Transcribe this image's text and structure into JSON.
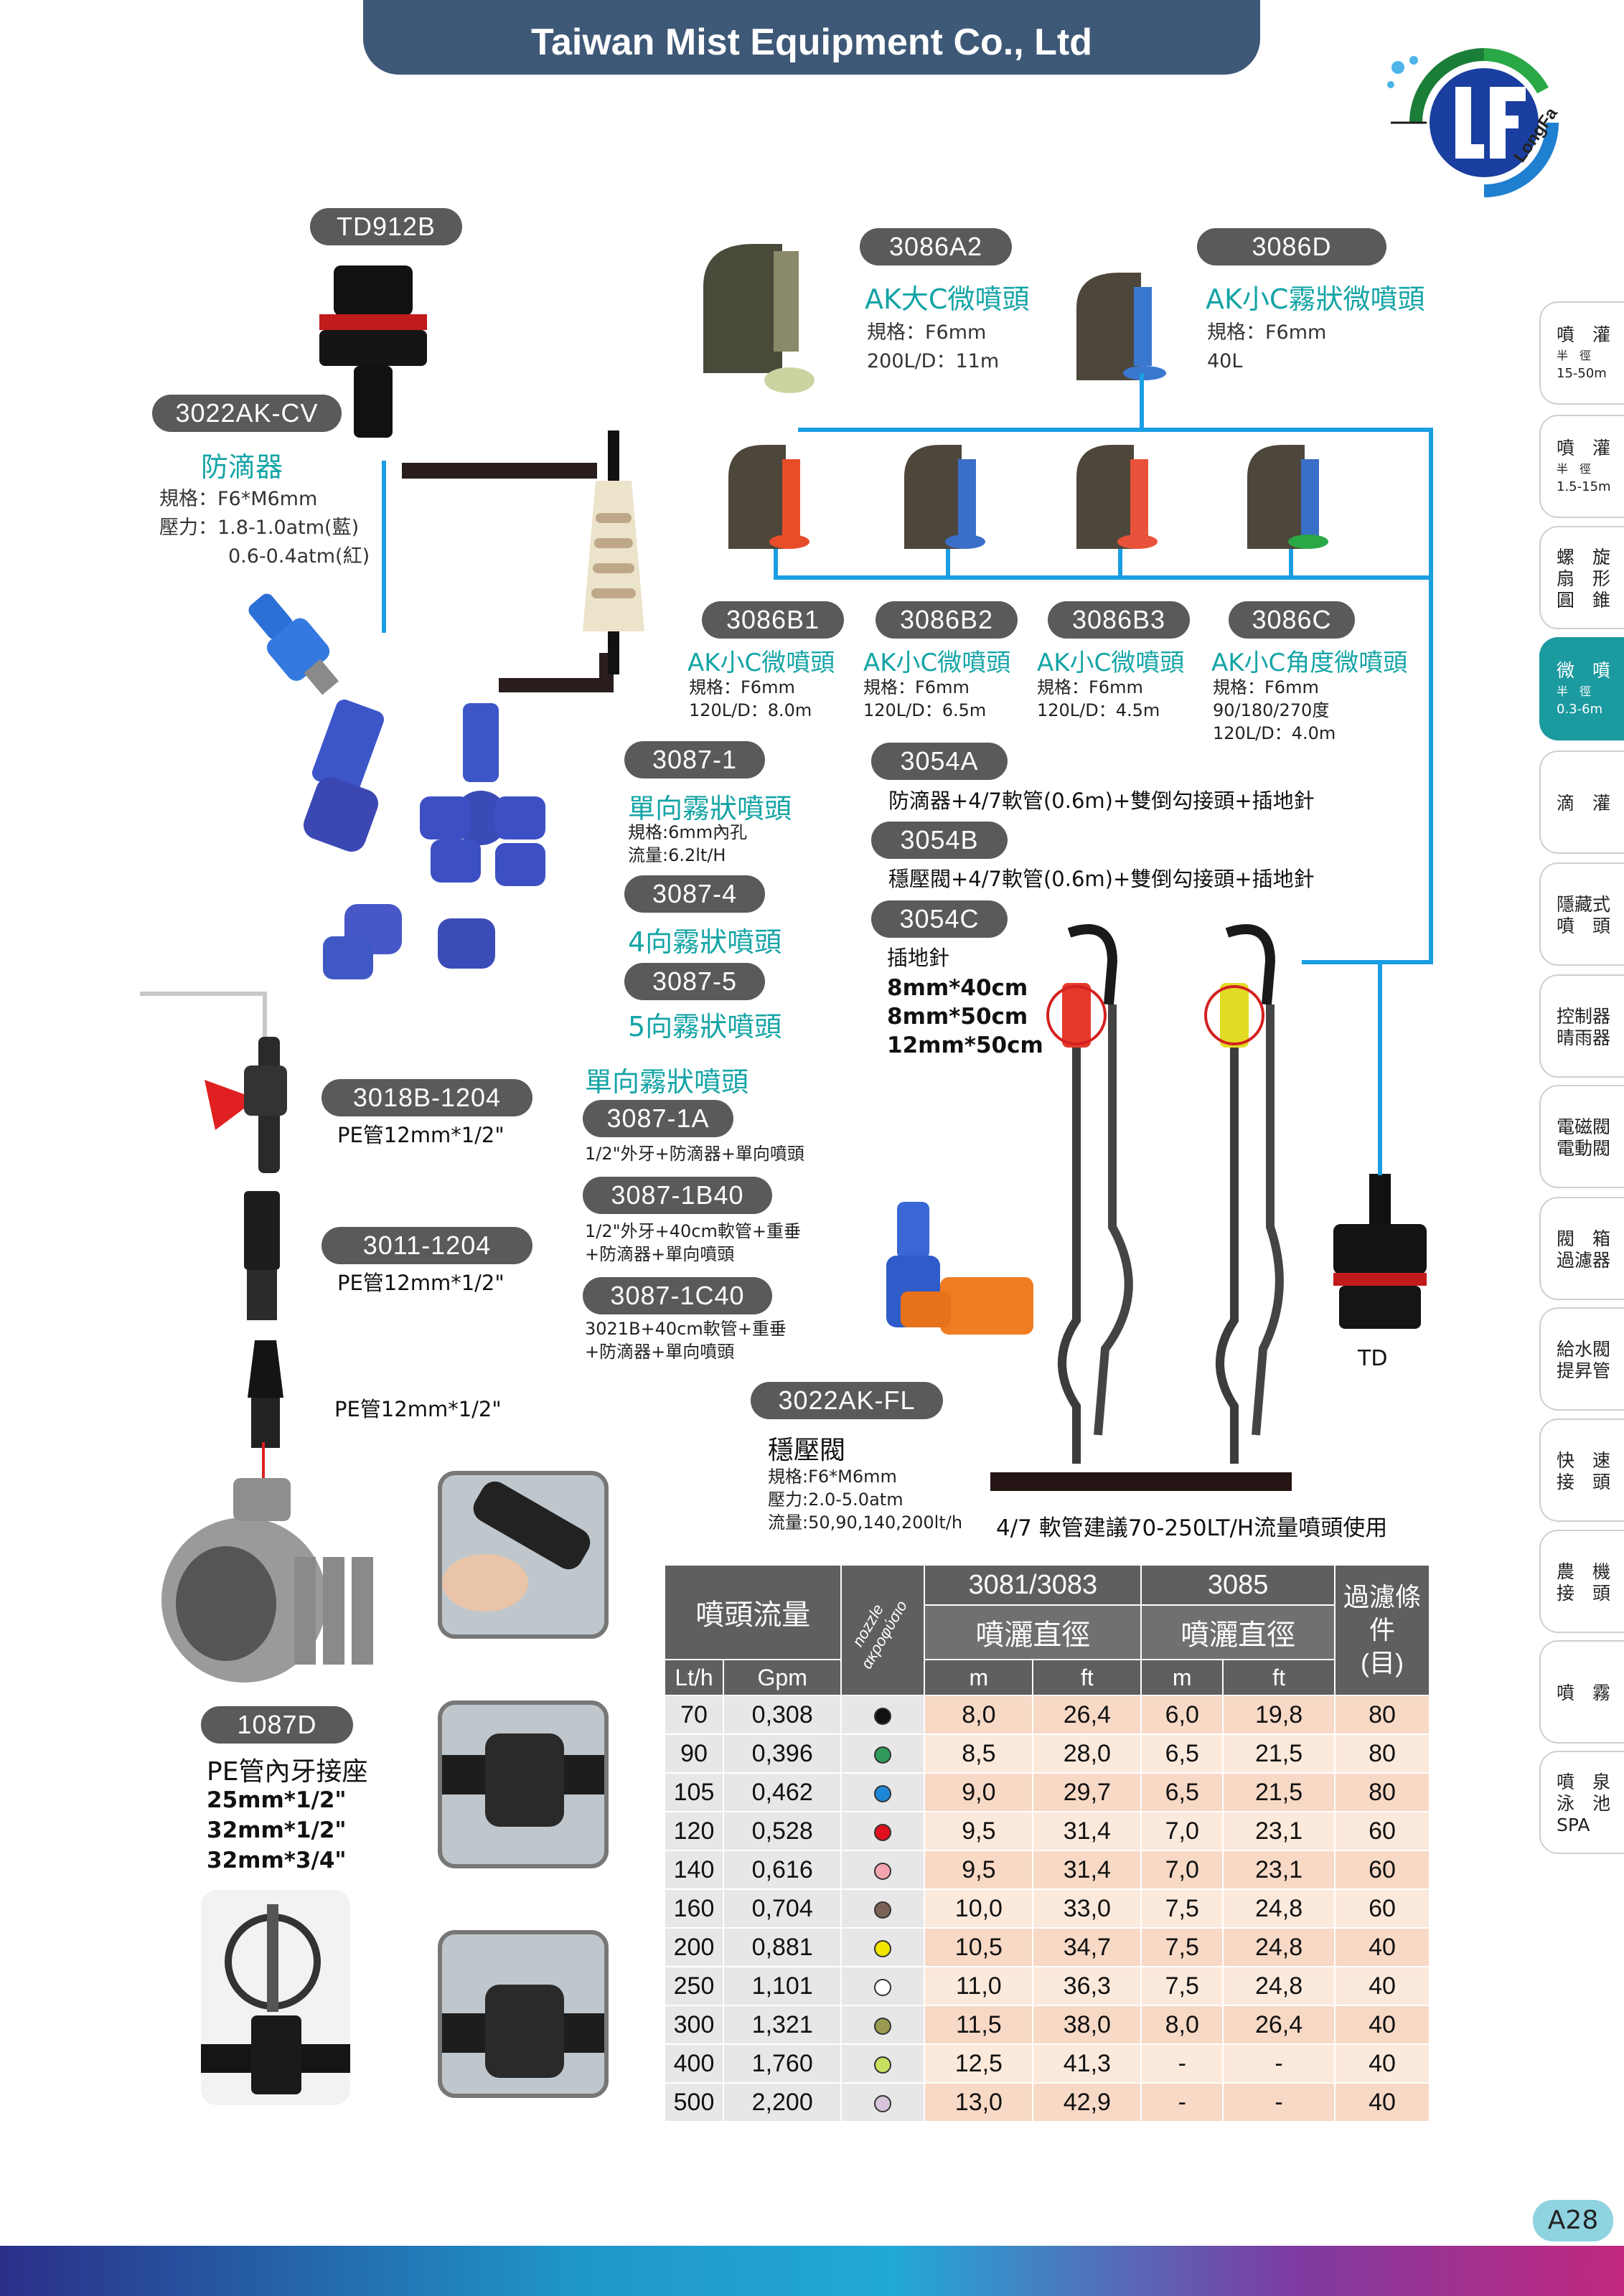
{
  "header": {
    "title": "Taiwan Mist Equipment Co., Ltd",
    "logo_text": "LongFa"
  },
  "products": {
    "td912b": {
      "code": "TD912B"
    },
    "cv": {
      "code": "3022AK-CV",
      "name": "防滴器",
      "spec1": "規格：F6*M6mm",
      "spec2": "壓力：1.8-1.0atm(藍)",
      "spec3": "0.6-0.4atm(紅)"
    },
    "a2": {
      "code": "3086A2",
      "name": "AK大C微噴頭",
      "spec1": "規格：F6mm",
      "spec2": "200L/D：11m"
    },
    "d": {
      "code": "3086D",
      "name": "AK小C霧狀微噴頭",
      "spec1": "規格：F6mm",
      "spec2": "40L"
    },
    "b1": {
      "code": "3086B1",
      "name": "AK小C微噴頭",
      "spec1": "規格：F6mm",
      "spec2": "120L/D：8.0m"
    },
    "b2": {
      "code": "3086B2",
      "name": "AK小C微噴頭",
      "spec1": "規格：F6mm",
      "spec2": "120L/D：6.5m"
    },
    "b3": {
      "code": "3086B3",
      "name": "AK小C微噴頭",
      "spec1": "規格：F6mm",
      "spec2": "120L/D：4.5m"
    },
    "c": {
      "code": "3086C",
      "name": "AK小C角度微噴頭",
      "spec1": "規格：F6mm",
      "spec2": "90/180/270度",
      "spec3": "120L/D：4.0m"
    },
    "p3087_1": {
      "code": "3087-1",
      "name": "單向霧狀噴頭",
      "spec1": "規格:6mm內孔",
      "spec2": "流量:6.2lt/H"
    },
    "p3087_4": {
      "code": "3087-4",
      "name": "4向霧狀噴頭"
    },
    "p3087_5": {
      "code": "3087-5",
      "name": "5向霧狀噴頭"
    },
    "s3054a": {
      "code": "3054A",
      "desc": "防滴器+4/7軟管(0.6m)+雙倒勾接頭+插地針"
    },
    "s3054b": {
      "code": "3054B",
      "desc": "穩壓閥+4/7軟管(0.6m)+雙倒勾接頭+插地針"
    },
    "s3054c": {
      "code": "3054C",
      "l1": "插地針",
      "l2": "8mm*40cm",
      "l3": "8mm*50cm",
      "l4": "12mm*50cm"
    },
    "single_head": "單向霧狀噴頭",
    "p1a": {
      "code": "3087-1A",
      "desc": "1/2\"外牙+防滴器+單向噴頭"
    },
    "p1b40": {
      "code": "3087-1B40",
      "l1": "1/2\"外牙+40cm軟管+重垂",
      "l2": "+防滴器+單向噴頭"
    },
    "p1c40": {
      "code": "3087-1C40",
      "l1": "3021B+40cm軟管+重垂",
      "l2": "+防滴器+單向噴頭"
    },
    "fl": {
      "code": "3022AK-FL",
      "name": "穩壓閥",
      "spec1": "規格:F6*M6mm",
      "spec2": "壓力:2.0-5.0atm",
      "spec3": "流量:50,90,140,200lt/h"
    },
    "v1": {
      "code": "3018B-1204",
      "spec": "PE管12mm*1/2\""
    },
    "v2": {
      "code": "3011-1204",
      "spec": "PE管12mm*1/2\""
    },
    "v3": {
      "spec": "PE管12mm*1/2\""
    },
    "d1087": {
      "code": "1087D",
      "name": "PE管內牙接座",
      "l1": "25mm*1/2\"",
      "l2": "32mm*1/2\"",
      "l3": "32mm*3/4\""
    },
    "td": "TD",
    "note": "4/7 軟管建議70-250LT/H流量噴頭使用"
  },
  "table": {
    "h_flow": "噴頭流量",
    "h_nozzle": "nozzle ακροφύσιο",
    "h_3081": "3081/3083",
    "h_3085": "3085",
    "h_dia1": "噴灑直徑",
    "h_dia2": "噴灑直徑",
    "h_filter1": "過濾條件",
    "h_filter2": "(目)",
    "h_lth": "Lt/h",
    "h_gpm": "Gpm",
    "h_m1": "m",
    "h_ft1": "ft",
    "h_m2": "m",
    "h_ft2": "ft",
    "rows": [
      {
        "lth": "70",
        "gpm": "0,308",
        "color": "#111111",
        "m1": "8,0",
        "ft1": "26,4",
        "m2": "6,0",
        "ft2": "19,8",
        "filter": "80"
      },
      {
        "lth": "90",
        "gpm": "0,396",
        "color": "#2f9a5a",
        "m1": "8,5",
        "ft1": "28,0",
        "m2": "6,5",
        "ft2": "21,5",
        "filter": "80"
      },
      {
        "lth": "105",
        "gpm": "0,462",
        "color": "#1e88d8",
        "m1": "9,0",
        "ft1": "29,7",
        "m2": "6,5",
        "ft2": "21,5",
        "filter": "80"
      },
      {
        "lth": "120",
        "gpm": "0,528",
        "color": "#e0101e",
        "m1": "9,5",
        "ft1": "31,4",
        "m2": "7,0",
        "ft2": "23,1",
        "filter": "60"
      },
      {
        "lth": "140",
        "gpm": "0,616",
        "color": "#f4a6b0",
        "m1": "9,5",
        "ft1": "31,4",
        "m2": "7,0",
        "ft2": "23,1",
        "filter": "60"
      },
      {
        "lth": "160",
        "gpm": "0,704",
        "color": "#7a6256",
        "m1": "10,0",
        "ft1": "33,0",
        "m2": "7,5",
        "ft2": "24,8",
        "filter": "60"
      },
      {
        "lth": "200",
        "gpm": "0,881",
        "color": "#f2e600",
        "m1": "10,5",
        "ft1": "34,7",
        "m2": "7,5",
        "ft2": "24,8",
        "filter": "40"
      },
      {
        "lth": "250",
        "gpm": "1,101",
        "color": "#ffffff",
        "m1": "11,0",
        "ft1": "36,3",
        "m2": "7,5",
        "ft2": "24,8",
        "filter": "40"
      },
      {
        "lth": "300",
        "gpm": "1,321",
        "color": "#9a9a52",
        "m1": "11,5",
        "ft1": "38,0",
        "m2": "8,0",
        "ft2": "26,4",
        "filter": "40"
      },
      {
        "lth": "400",
        "gpm": "1,760",
        "color": "#c8e060",
        "m1": "12,5",
        "ft1": "41,3",
        "m2": "-",
        "ft2": "-",
        "filter": "40"
      },
      {
        "lth": "500",
        "gpm": "2,200",
        "color": "#d7c3dc",
        "m1": "13,0",
        "ft1": "42,9",
        "m2": "-",
        "ft2": "-",
        "filter": "40"
      }
    ]
  },
  "tabs": [
    {
      "l1": "噴　灌",
      "l2": "半　徑",
      "l3": "15-50m"
    },
    {
      "l1": "噴　灌",
      "l2": "半　徑",
      "l3": "1.5-15m"
    },
    {
      "l1": "螺　旋\n扇　形\n圓　錐",
      "l2": "",
      "l3": ""
    },
    {
      "l1": "微　噴",
      "l2": "半　徑",
      "l3": "0.3-6m"
    },
    {
      "l1": "滴　灌",
      "l2": "",
      "l3": ""
    },
    {
      "l1": "隱藏式\n噴　頭",
      "l2": "",
      "l3": ""
    },
    {
      "l1": "控制器\n晴雨器",
      "l2": "",
      "l3": ""
    },
    {
      "l1": "電磁閥\n電動閥",
      "l2": "",
      "l3": ""
    },
    {
      "l1": "閥　箱\n過濾器",
      "l2": "",
      "l3": ""
    },
    {
      "l1": "給水閥\n提昇管",
      "l2": "",
      "l3": ""
    },
    {
      "l1": "快　速\n接　頭",
      "l2": "",
      "l3": ""
    },
    {
      "l1": "農　機\n接　頭",
      "l2": "",
      "l3": ""
    },
    {
      "l1": "噴　霧",
      "l2": "",
      "l3": ""
    },
    {
      "l1": "噴　泉\n泳　池\nSPA",
      "l2": "",
      "l3": ""
    }
  ],
  "page_no": "A28"
}
